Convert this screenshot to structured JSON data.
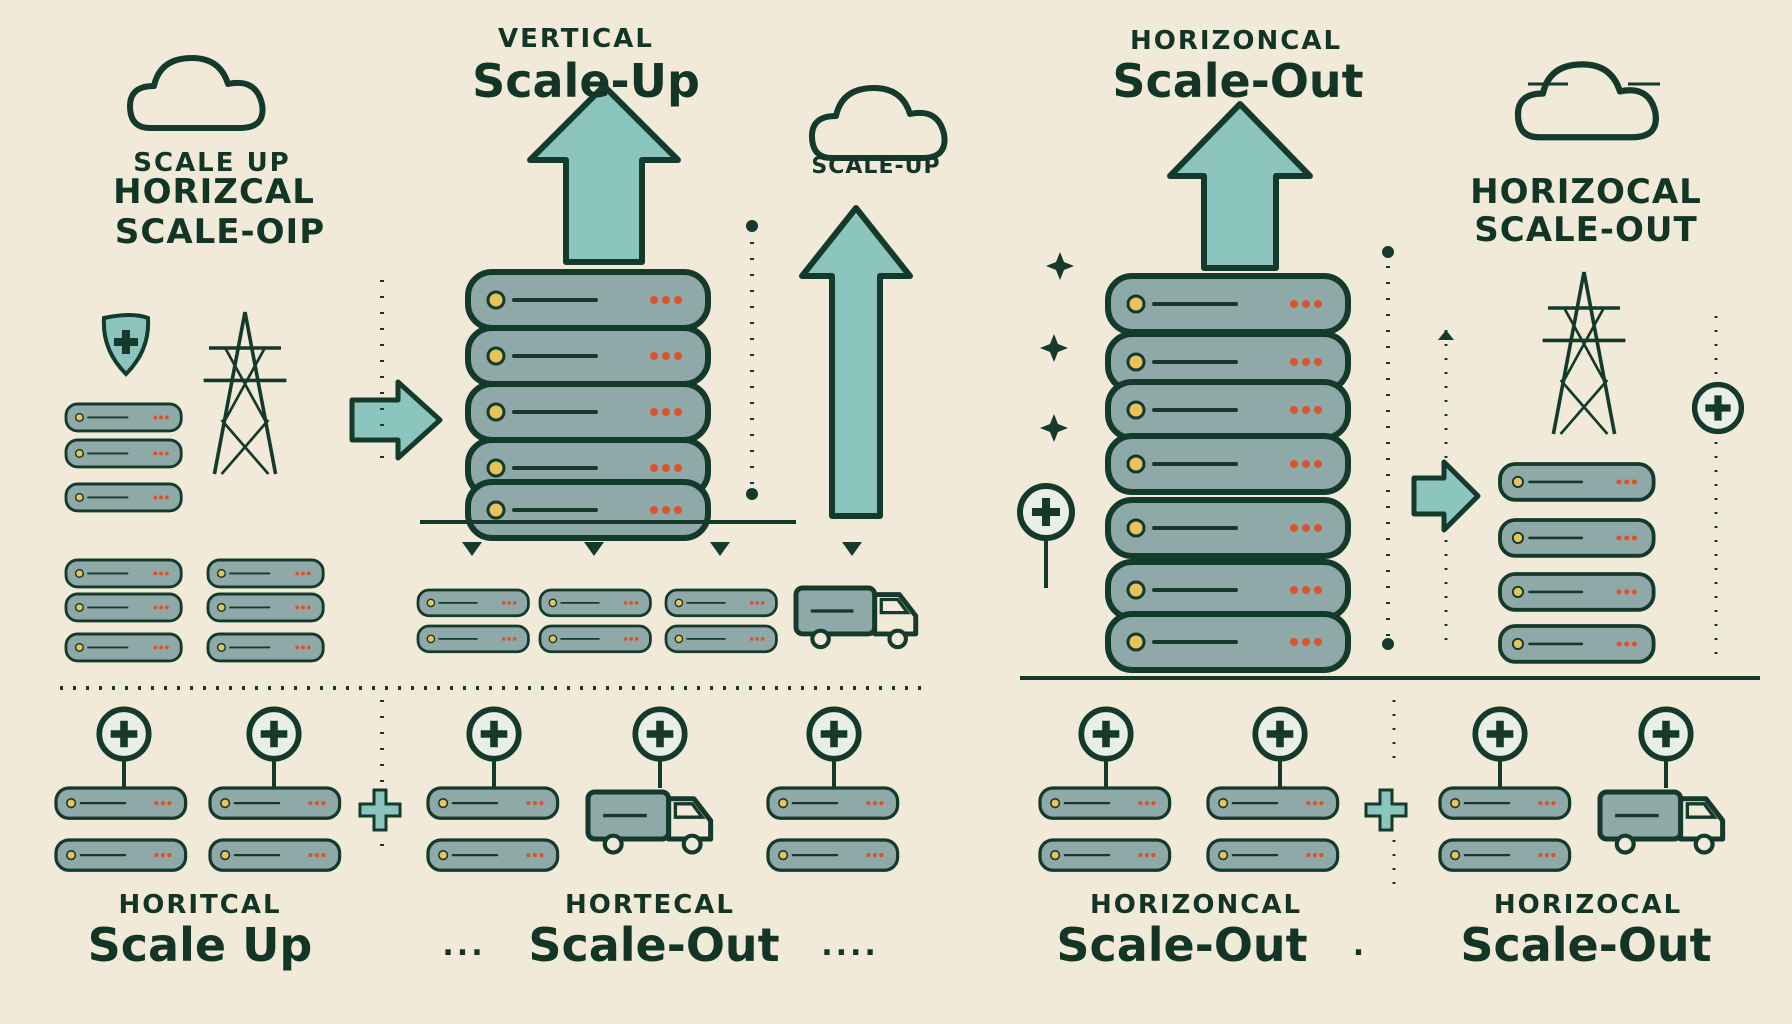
{
  "colors": {
    "background": "#f1ead9",
    "ink": "#123526",
    "server_fill": "#8fa8a8",
    "server_stroke": "#143a2c",
    "arrow_fill": "#8cc5bd",
    "led_red": "#d9542c",
    "led_yellow": "#e8c25a"
  },
  "icons": [
    "cloud-icon",
    "server-stack-icon",
    "transmission-tower-icon",
    "up-arrow-icon",
    "right-arrow-icon",
    "plus-circle-icon",
    "truck-icon",
    "shield-plus-icon"
  ],
  "labels": {
    "top_left_small": "SCALE UP",
    "top_left_mid1": "HORIZCAL",
    "top_left_mid2": "SCALE-OIP",
    "center_small": "VERTICAL",
    "center_big": "Scale-Up",
    "cloud_caption": "SCALE-UP",
    "right_small": "HORIZONCAL",
    "right_big": "Scale-Out",
    "far_right_small": "HORIZOCAL",
    "far_right_mid": "SCALE-OUT",
    "bottom1_small": "HORITCAL",
    "bottom1_big": "Scale Up",
    "bottom2_small": "HORTECAL",
    "bottom2_big": "Scale-Out",
    "bottom2_dots_left": "...",
    "bottom2_dots_right": "....",
    "bottom3_small": "HORIZONCAL",
    "bottom3_big": "Scale-Out",
    "bottom3_dot": ".",
    "bottom4_small": "HORIZOCAL",
    "bottom4_big": "Scale-Out"
  }
}
